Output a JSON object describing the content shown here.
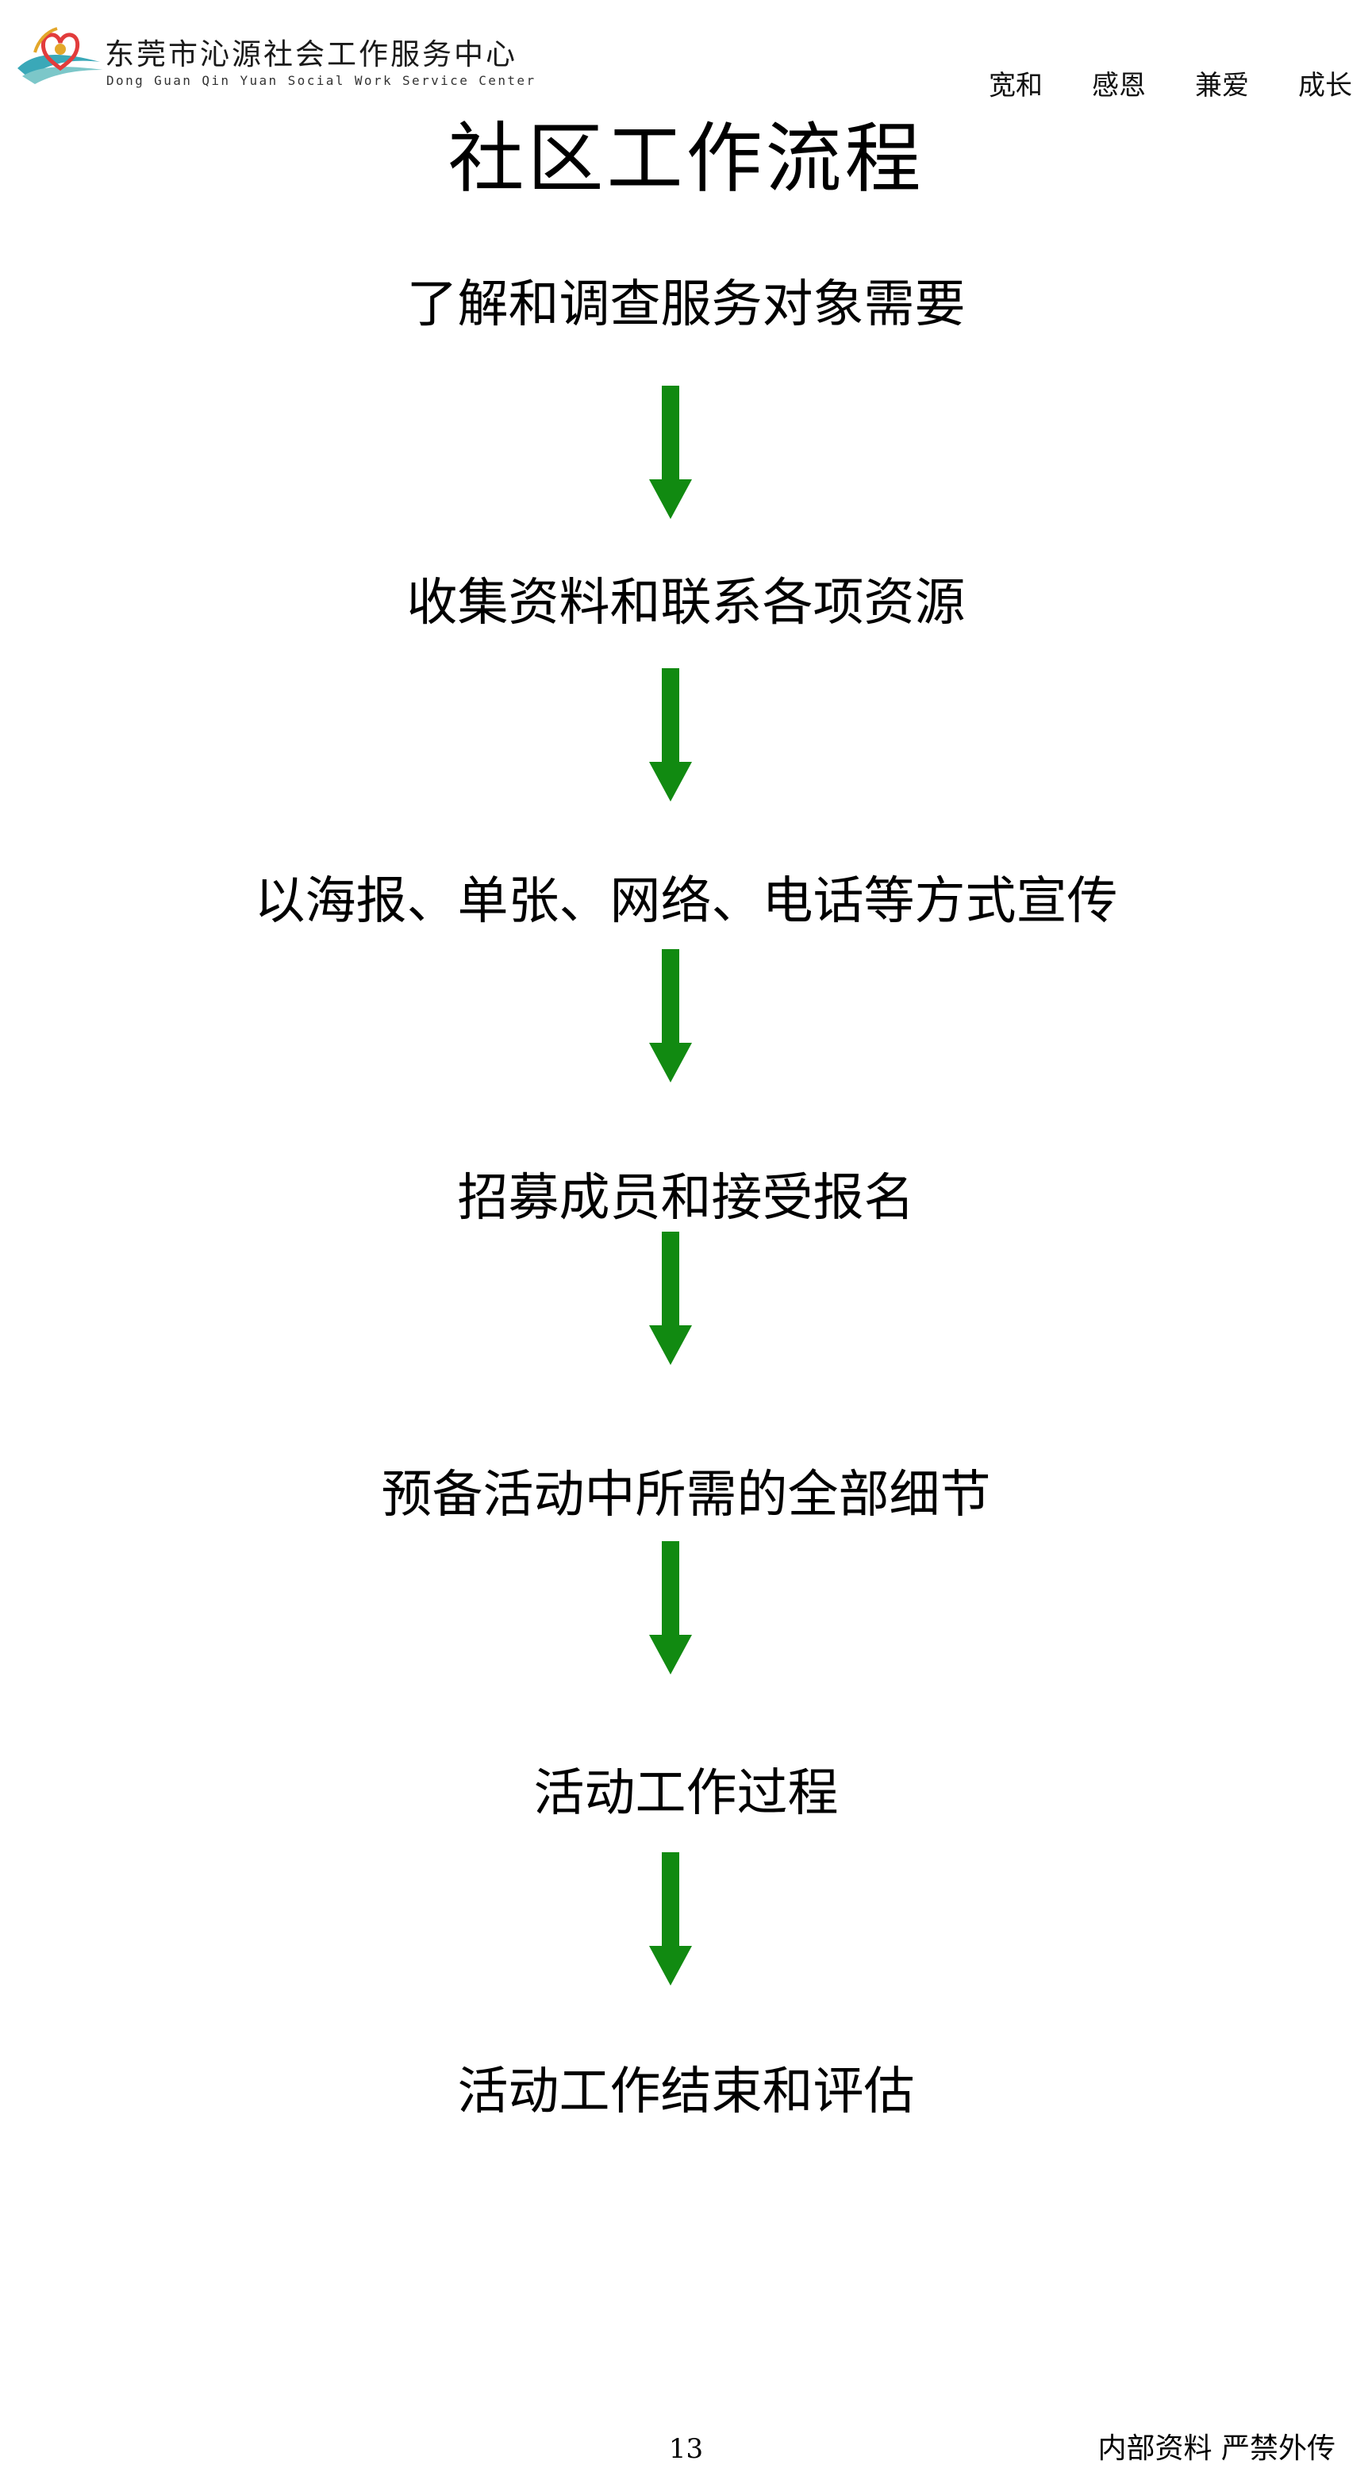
{
  "header": {
    "org_name_cn": "东莞市沁源社会工作服务中心",
    "org_name_en": "Dong Guan Qin Yuan Social Work Service Center",
    "logo_icon": "heart-wave-logo-icon",
    "motto": [
      "宽和",
      "感恩",
      "兼爱",
      "成长"
    ]
  },
  "title": "社区工作流程",
  "steps": [
    "了解和调查服务对象需要",
    "收集资料和联系各项资源",
    "以海报、单张、网络、电话等方式宣传",
    "招募成员和接受报名",
    "预备活动中所需的全部细节",
    "活动工作过程",
    "活动工作结束和评估"
  ],
  "arrow_icon": "down-arrow-icon",
  "colors": {
    "arrow": "#118a11",
    "logo_heart": "#e23c3c",
    "logo_wave": "#3aa8b8",
    "logo_gold": "#e3a72a"
  },
  "footer": {
    "page_number": "13",
    "note": "内部资料  严禁外传"
  }
}
